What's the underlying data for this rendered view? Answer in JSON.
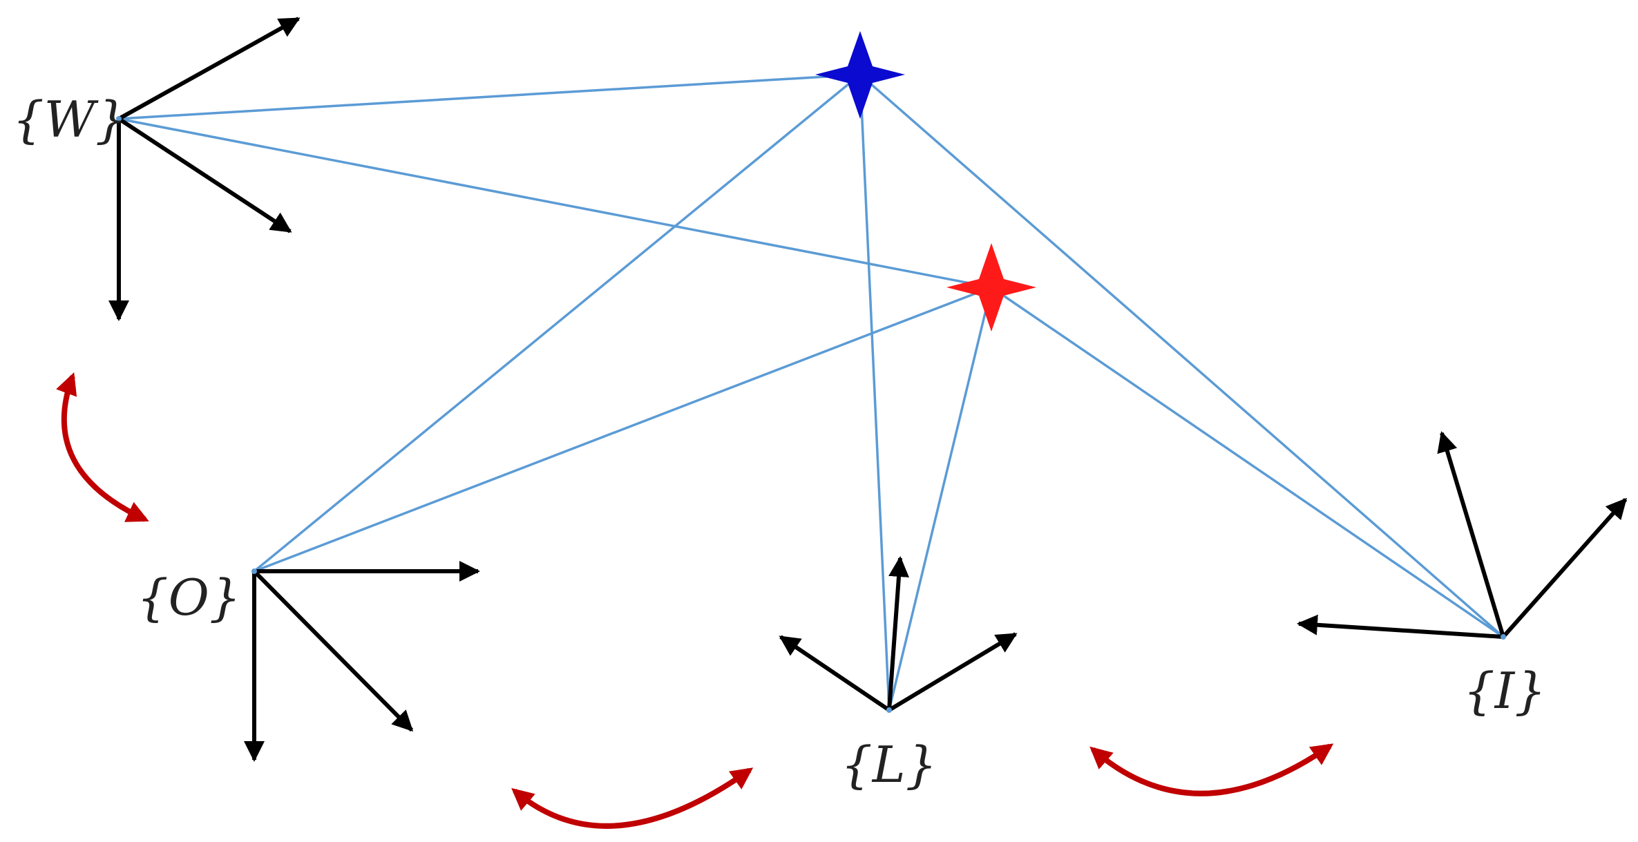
{
  "frames": {
    "world": {
      "label": "{W}"
    },
    "object": {
      "label": "{O}"
    },
    "lidar": {
      "label": "{L}"
    },
    "imu": {
      "label": "{I}"
    }
  },
  "landmarks": {
    "blue_star": {
      "color": "#0a0ad0"
    },
    "red_star": {
      "color": "#ff1a1a"
    }
  },
  "colors": {
    "axis": "#000000",
    "line": "#5b9bd5",
    "transform_arrow": "#c00000"
  }
}
